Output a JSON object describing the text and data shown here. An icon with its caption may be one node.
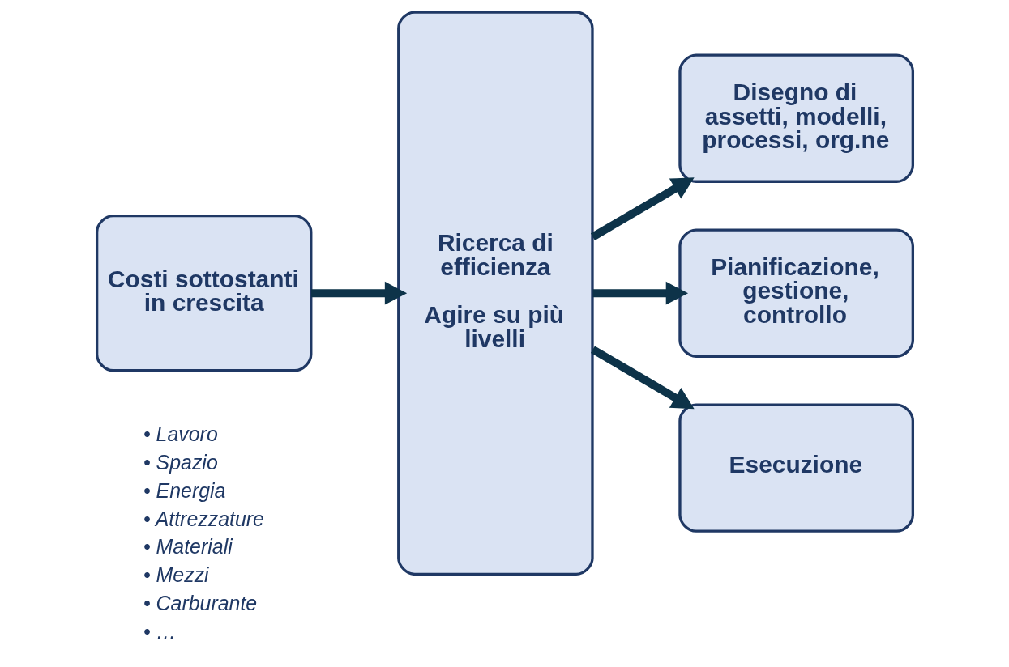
{
  "diagram": {
    "nodes": [
      {
        "text": [
          "Costi sottostanti in crescita"
        ],
        "beside": [
          "• Lavoro",
          "• Spazio",
          "• Energia",
          "• Attrezzature",
          "• Materiali",
          "• Mezzi",
          "• Carburante",
          "• …"
        ]
      },
      {
        "text": [
          "Ricerca di efficienza",
          "Agire su più livelli"
        ]
      },
      {
        "text": [
          "Disegno di assetti, modelli, processi, org.ne"
        ]
      },
      {
        "text": [
          "Pianificazione, gestione, controllo"
        ]
      },
      {
        "text": [
          "Esecuzione"
        ]
      }
    ],
    "edges": [
      {
        "from": 0,
        "to": 1,
        "arrow": "to"
      },
      {
        "from": 1,
        "to": 2,
        "arrow": "to"
      },
      {
        "from": 1,
        "to": 3,
        "arrow": "to"
      },
      {
        "from": 1,
        "to": 4,
        "arrow": "to"
      }
    ]
  }
}
